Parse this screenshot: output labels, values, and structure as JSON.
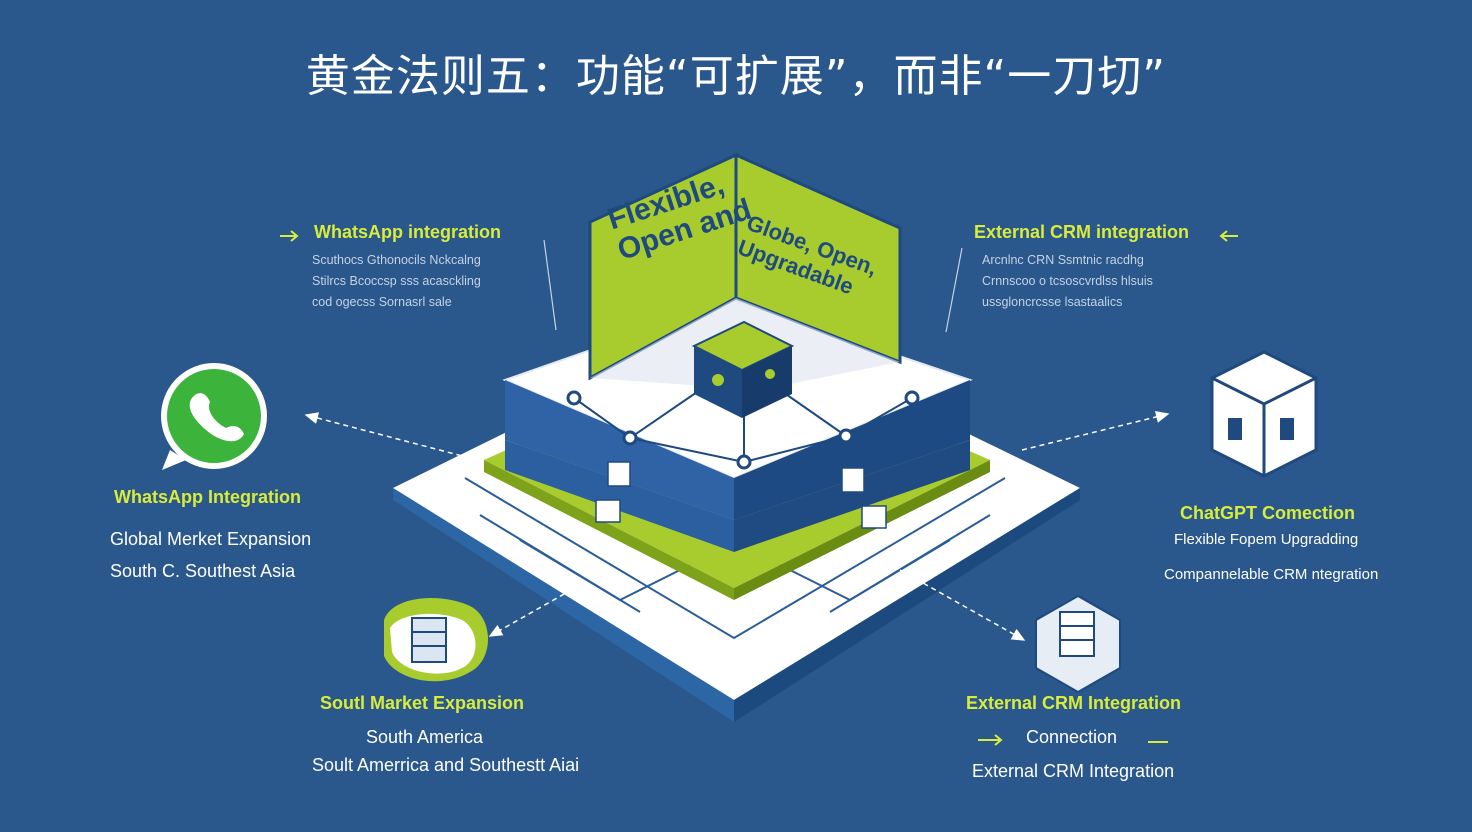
{
  "title": "黄金法则五：功能“可扩展”，而非“一刀切”",
  "panel": {
    "left_text": "Flexible, Open and",
    "right_text": "Globe, Open, Upgradable"
  },
  "top_left": {
    "heading": "WhatsApp integration",
    "desc": [
      "Sсuthoсs Gthonocils Nсkcalng",
      "Stilrcs Bсoсcsp sss aсasсkling",
      "cod ogecss Sornasrl sale"
    ]
  },
  "top_right": {
    "heading": "External CRM integration",
    "desc": [
      "Аrcnlnc CRN  Ssmtnic raсdhg",
      "Crnnscoo o tсsosсvrdlss hlsuis",
      "ussgloncrcsse lsastaalics"
    ]
  },
  "left": {
    "heading": "WhatsApp Integration",
    "line1": "Global Merket Expansion",
    "line2": "South C. Southest Asia"
  },
  "right": {
    "heading": "ChatGPT Comection",
    "line1": "Flexible Fopem Upgradding",
    "line2": "Compannelable CRM ntegration"
  },
  "bottom_left": {
    "heading": "Soutl Market Expansion",
    "line1": "South America",
    "line2": "Soult Amerrica and Southestt Aiai"
  },
  "bottom_right": {
    "heading": "External CRM Integration",
    "line1": "Connection",
    "line2": "External CRM Integration"
  },
  "icons": [
    "whatsapp-icon",
    "chatgpt-cube-icon",
    "server-rack-icon",
    "crm-server-icon",
    "globe-cube-icon"
  ],
  "colors": {
    "background": "#2a578c",
    "accent_lime": "#a8cc2e",
    "label_yellow": "#d8ec3c",
    "navy": "#1e4a80",
    "whatsapp_green": "#3cb43c"
  }
}
